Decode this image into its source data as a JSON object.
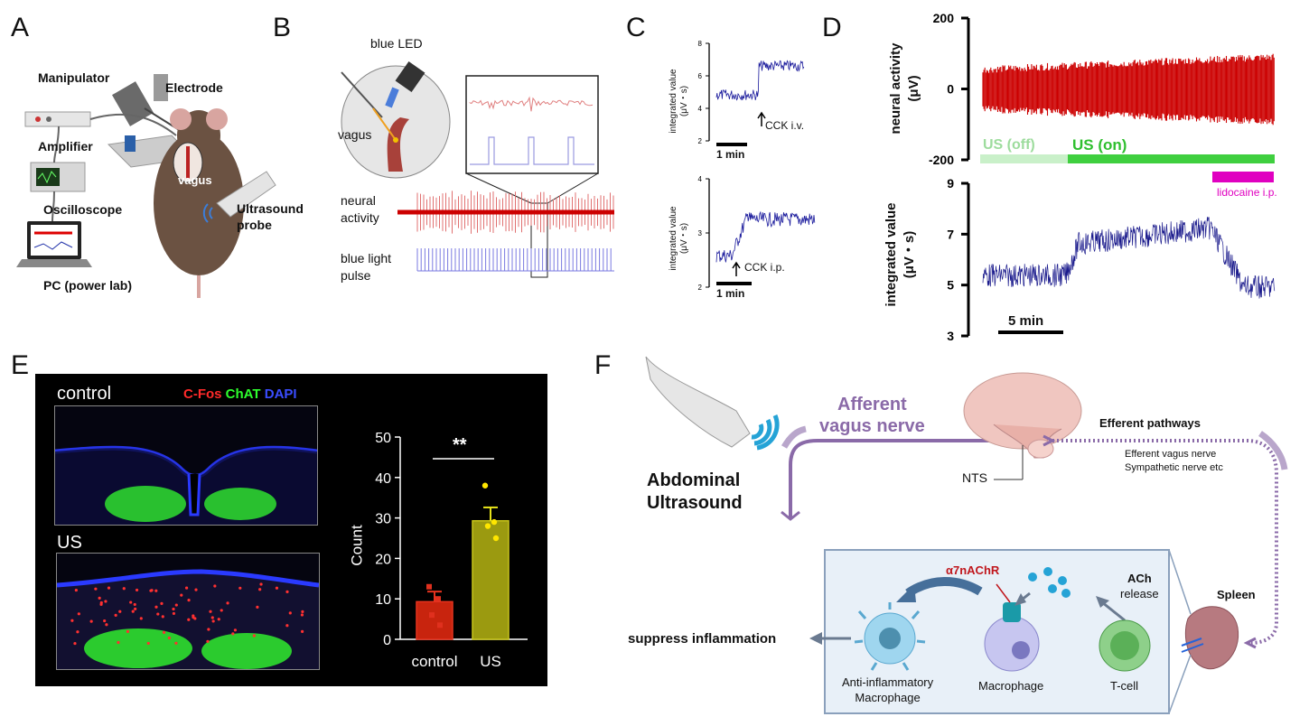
{
  "panels": {
    "a": "A",
    "b": "B",
    "c": "C",
    "d": "D",
    "e": "E",
    "f": "F"
  },
  "panel_a": {
    "manipulator": "Manipulator",
    "electrode": "Electrode",
    "amplifier": "Amplifier",
    "vagus": "vagus",
    "oscilloscope": "Oscilloscope",
    "ultrasound_probe_1": "Ultrasound",
    "ultrasound_probe_2": "probe",
    "pc": "PC (power lab)"
  },
  "panel_b": {
    "blue_led": "blue LED",
    "vagus": "vagus",
    "neural_1": "neural",
    "neural_2": "activity",
    "blue_light_1": "blue light",
    "blue_light_2": "pulse"
  },
  "panel_c": {
    "top_ylabel_1": "integrated value",
    "top_ylabel_2": "(μV・s)",
    "top_ticks": [
      "8",
      "6",
      "4",
      "2"
    ],
    "top_annot": "CCK i.v.",
    "top_scale": "1 min",
    "bottom_ylabel_1": "integrated value",
    "bottom_ylabel_2": "(μV・s)",
    "bottom_ticks": [
      "4",
      "3",
      "2"
    ],
    "bottom_annot": "CCK i.p.",
    "bottom_scale": "1 min"
  },
  "panel_d": {
    "top_ylabel_1": "neural activity",
    "top_ylabel_2": "(μV)",
    "top_ticks": [
      "200",
      "0",
      "-200"
    ],
    "us_off": "US (off)",
    "us_on": "US (on)",
    "lidocaine": "lidocaine i.p.",
    "bottom_ylabel_1": "integrated value",
    "bottom_ylabel_2": "(μV・s)",
    "bottom_ticks": [
      "9",
      "7",
      "5",
      "3"
    ],
    "scale": "5 min",
    "colors": {
      "trace_red": "#cc0000",
      "trace_blue": "#1a1a8c",
      "us_off": "#c9f0c9",
      "us_on": "#3fcf3f",
      "lidocaine": "#e000c0"
    }
  },
  "panel_e": {
    "control_label": "control",
    "us_label": "US",
    "stain_cfos": "C-Fos",
    "stain_chat": "ChAT",
    "stain_dapi": "DAPI",
    "significance": "**"
  },
  "chart_data": {
    "type": "bar",
    "categories": [
      "control",
      "US"
    ],
    "values": [
      9.3,
      29.3
    ],
    "error": [
      2.5,
      3.3
    ],
    "points": [
      [
        13,
        10,
        6,
        3.5
      ],
      [
        38,
        29,
        28,
        25
      ]
    ],
    "ylabel": "Count",
    "yticks": [
      "0",
      "10",
      "20",
      "30",
      "40",
      "50"
    ],
    "ylim": [
      0,
      50
    ],
    "colors": [
      "#c8240e",
      "#9b9a10"
    ],
    "point_colors": [
      "#e0301e",
      "#ffe600"
    ]
  },
  "panel_f": {
    "abdominal_1": "Abdominal",
    "abdominal_2": "Ultrasound",
    "afferent_1": "Afferent",
    "afferent_2": "vagus nerve",
    "nts": "NTS",
    "efferent_title": "Efferent pathways",
    "efferent_1": "Efferent vagus nerve",
    "efferent_2": "Sympathetic nerve etc",
    "spleen": "Spleen",
    "receptor": "α7nAChR",
    "ach": "ACh",
    "release": "release",
    "suppress": "suppress inflammation",
    "anti_1": "Anti-inflammatory",
    "anti_2": "Macrophage",
    "macrophage": "Macrophage",
    "tcell": "T-cell",
    "colors": {
      "purple": "#8a6aa8",
      "receptor_red": "#c0161c",
      "cyan": "#25a3d6"
    }
  }
}
